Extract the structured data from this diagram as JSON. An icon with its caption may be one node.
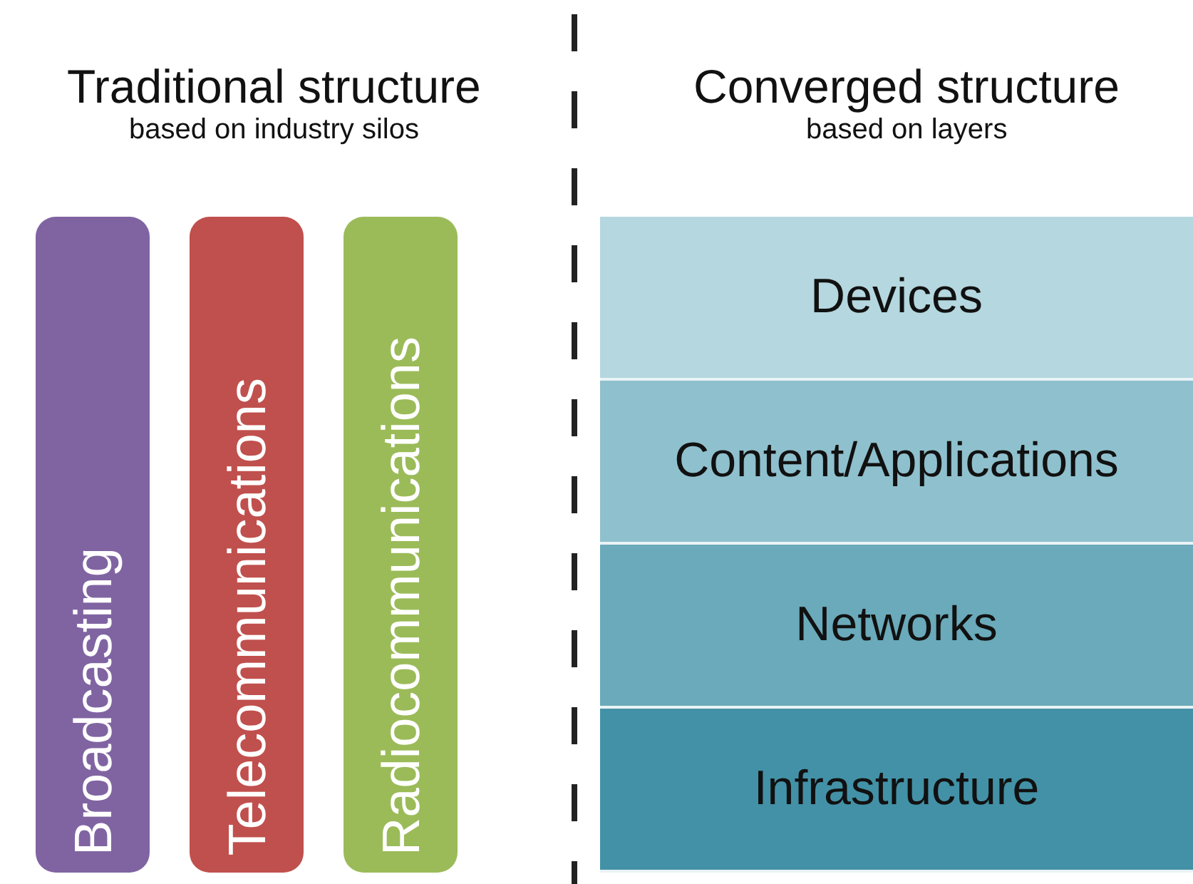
{
  "diagram": {
    "nodes": [
      {
        "text": [
          "Broadcasting"
        ]
      },
      {
        "text": [
          "Telecommunications"
        ]
      },
      {
        "text": [
          "Radiocommunications"
        ]
      },
      {
        "text": [
          "Devices"
        ]
      },
      {
        "text": [
          "Content/Applications"
        ]
      },
      {
        "text": [
          "Networks"
        ]
      },
      {
        "text": [
          "Infrastructure"
        ]
      }
    ],
    "labels": [
      "Traditional structure",
      "based on industry silos",
      "Converged structure",
      "based on layers"
    ]
  }
}
